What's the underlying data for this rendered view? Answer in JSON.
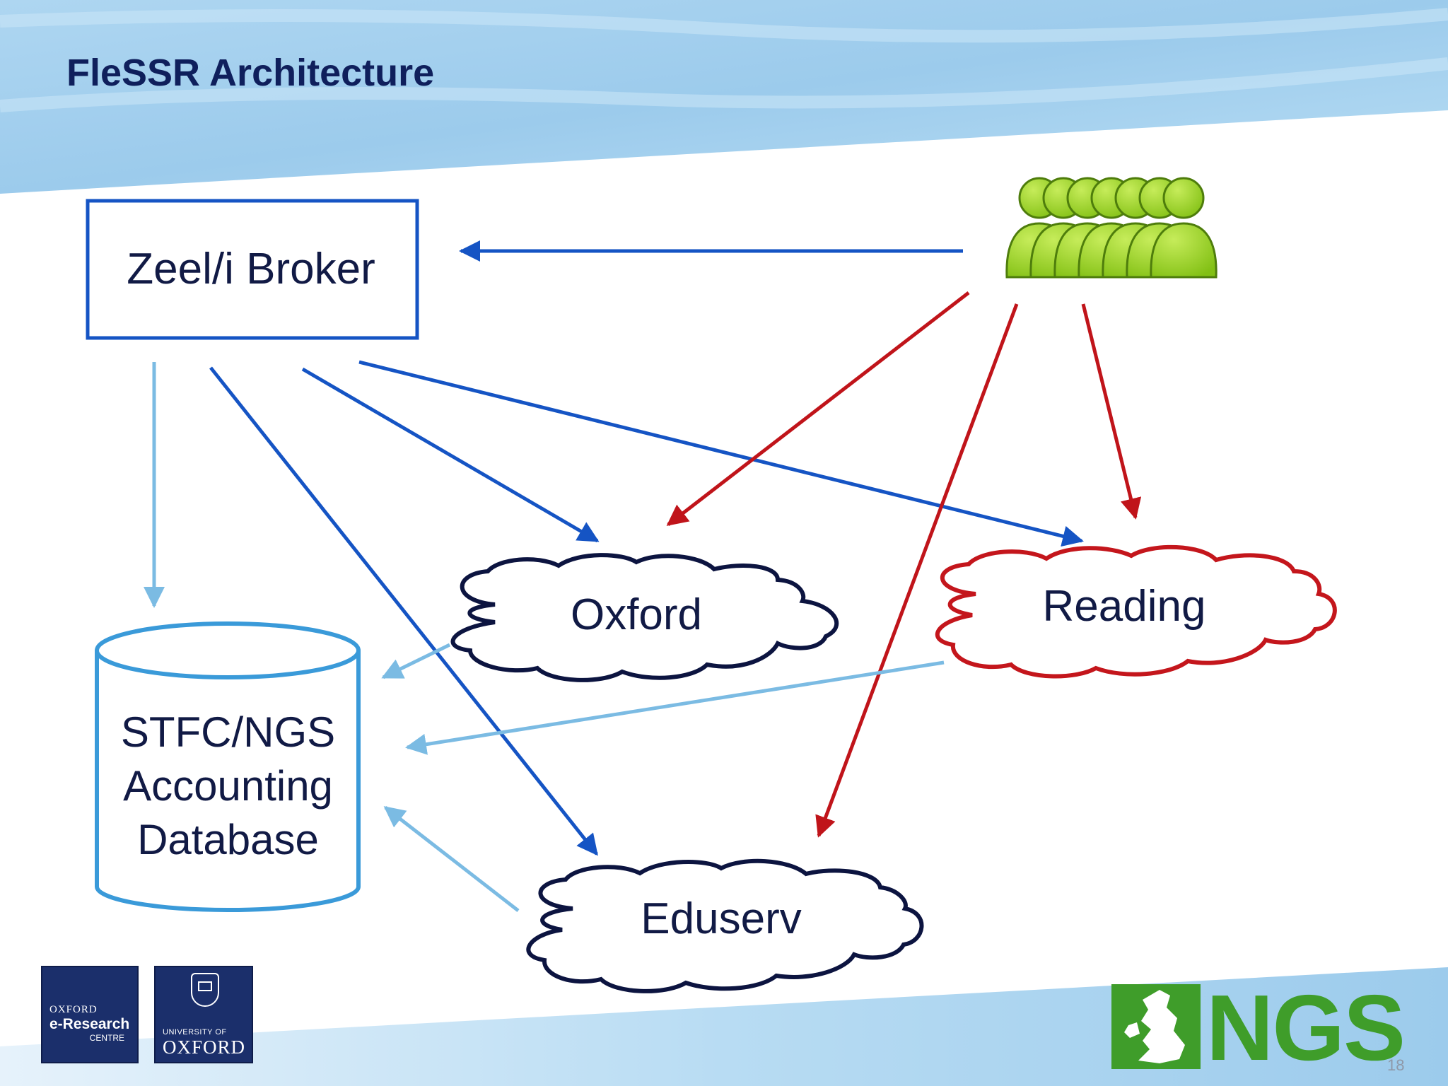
{
  "slide": {
    "title": "FleSSR Architecture",
    "page_number": "18"
  },
  "nodes": {
    "broker": "Zeel/i Broker",
    "oxford": "Oxford",
    "reading": "Reading",
    "eduserv": "Eduserv",
    "database_lines": [
      "STFC/NGS",
      "Accounting",
      "Database"
    ]
  },
  "logos": {
    "erc_line1": "OXFORD",
    "erc_line2": "e-Research",
    "erc_line3": "CENTRE",
    "oxford_line1": "UNIVERSITY OF",
    "oxford_line2": "OXFORD",
    "ngs": "NGS"
  },
  "colors": {
    "broker_arrows": "#1554c4",
    "user_arrows": "#c0141a",
    "accounting_arrows": "#7bbbe3",
    "oxford_cloud": "#0c1440",
    "reading_cloud": "#c4161c",
    "eduserv_cloud": "#0c1440",
    "database": "#3a9ad9",
    "users": "#8fcc1a",
    "ngs": "#3f9d2a"
  },
  "icons": [
    "users-group-icon",
    "uk-map-icon",
    "oxford-crest-icon"
  ]
}
